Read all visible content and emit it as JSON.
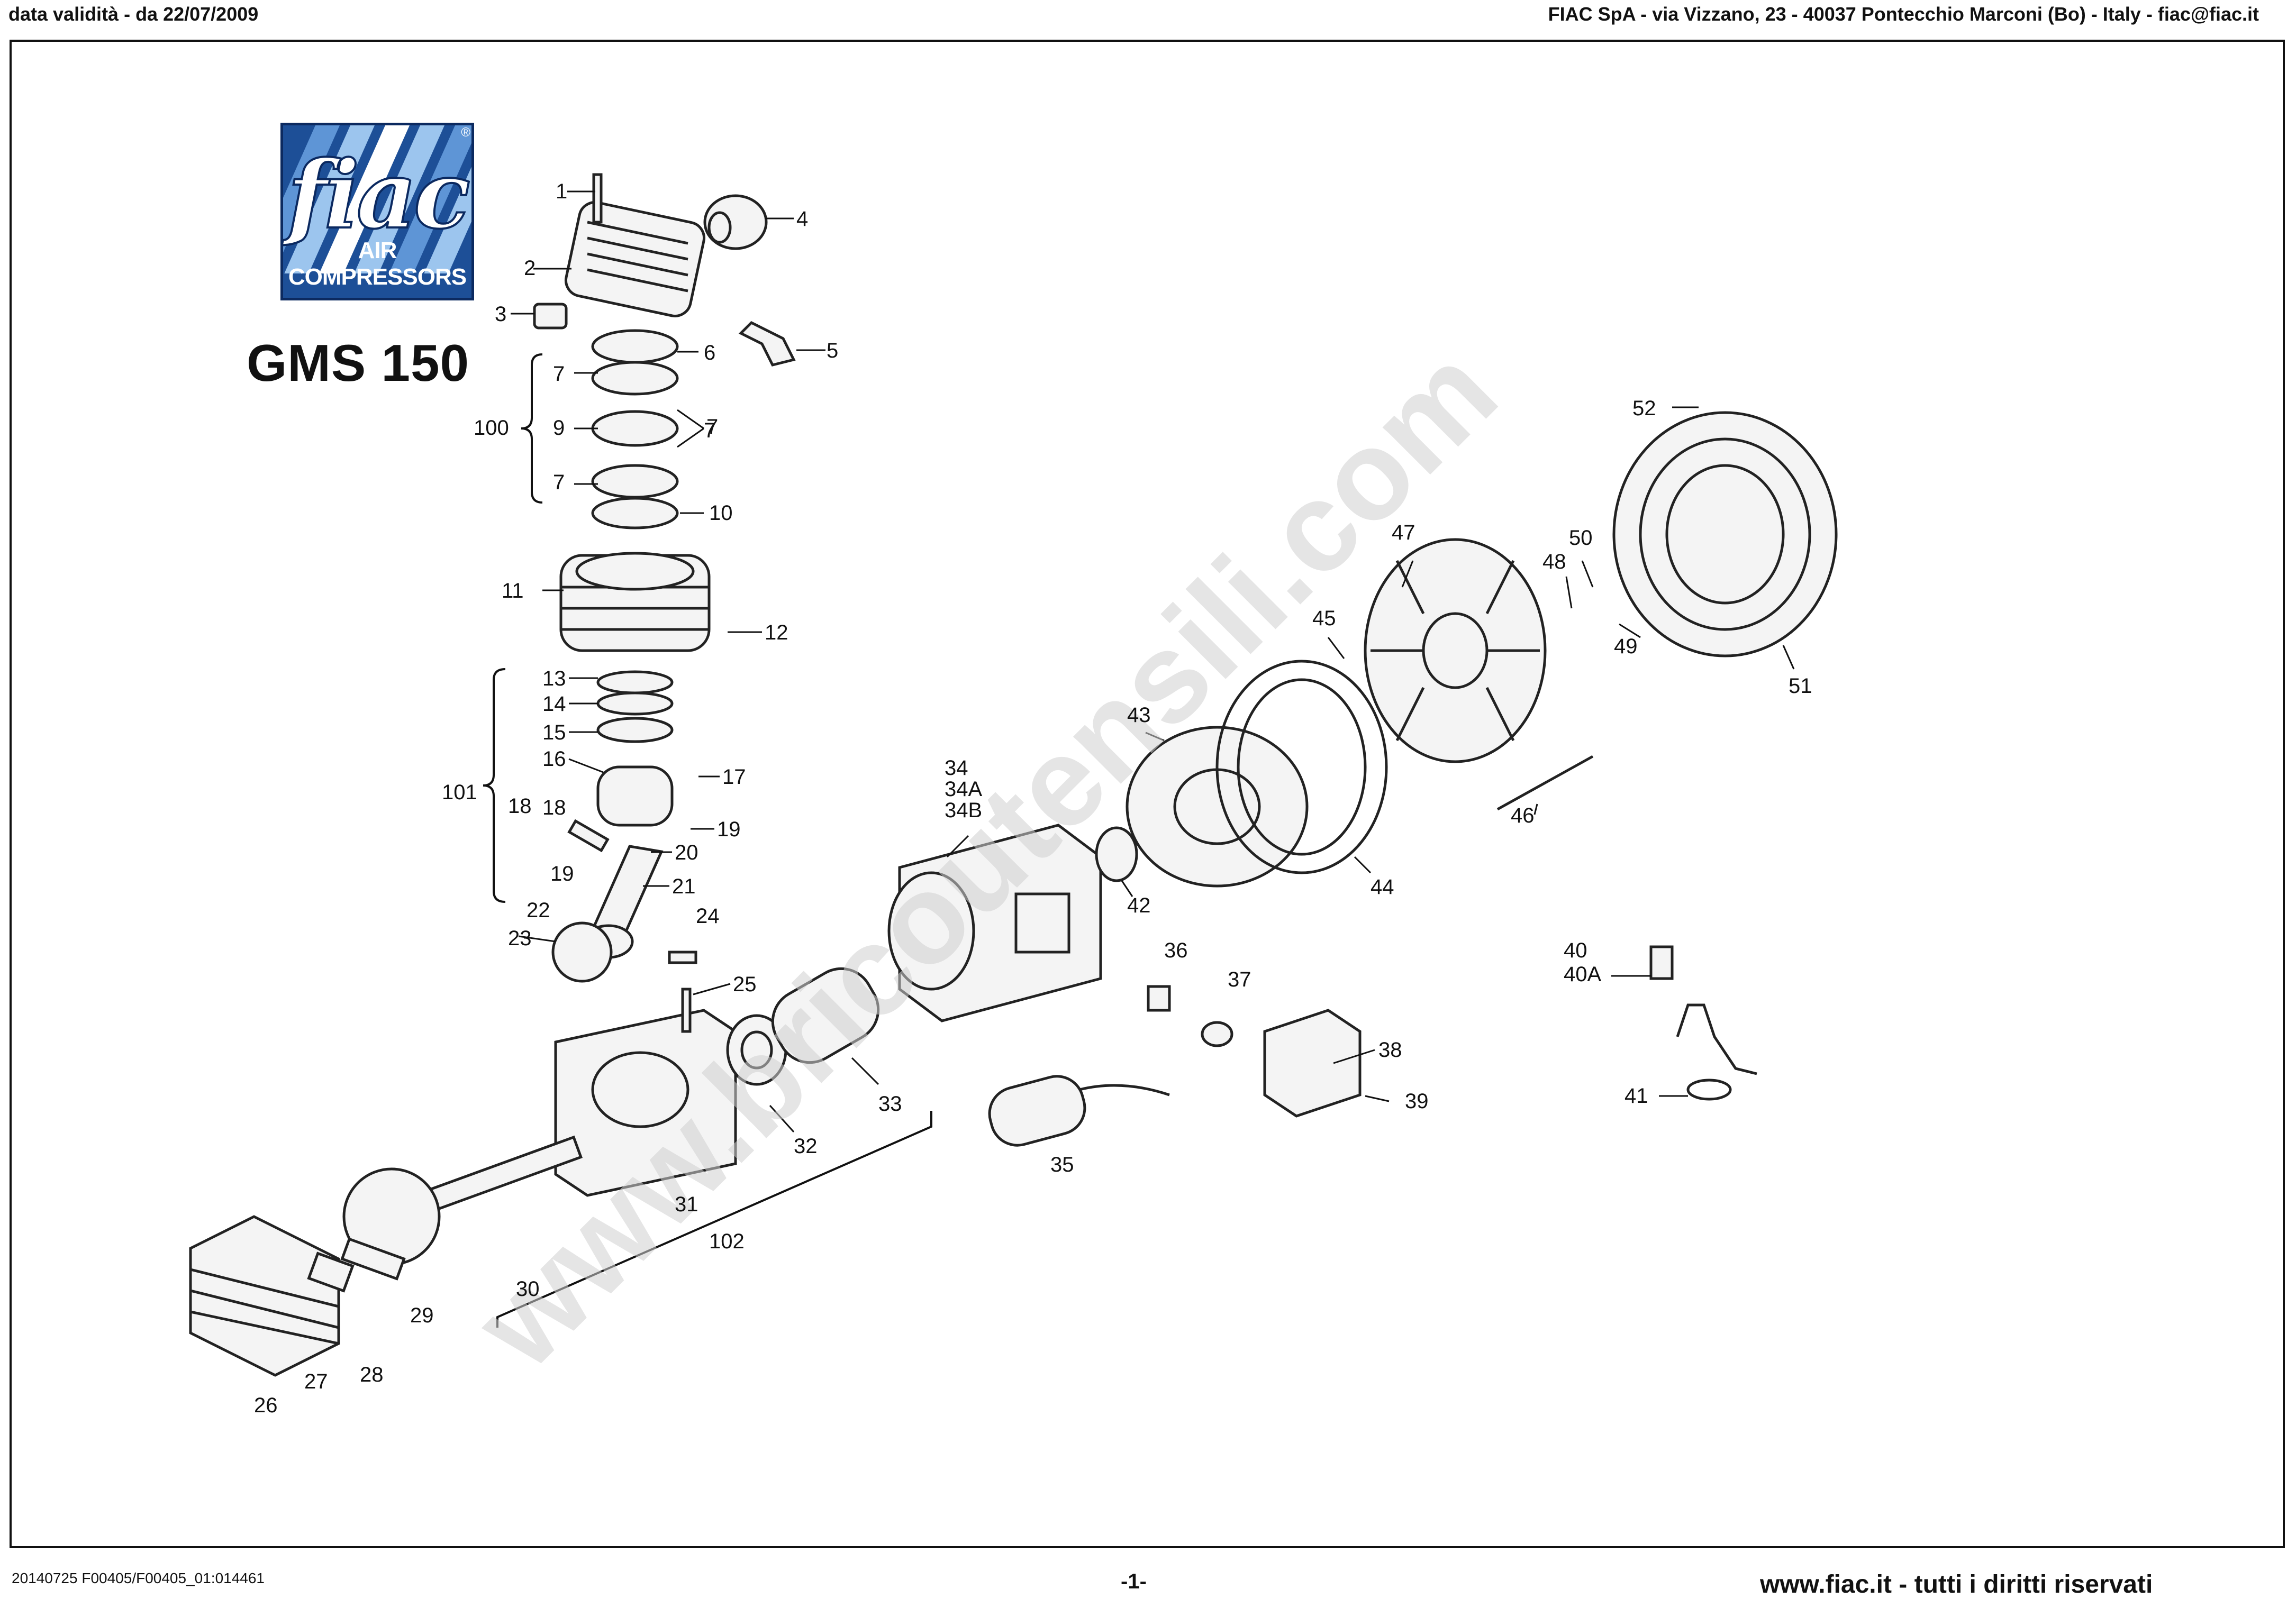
{
  "header": {
    "left": "data validità - da 22/07/2009",
    "right": "FIAC SpA - via Vizzano, 23 - 40037 Pontecchio Marconi (Bo) - Italy - fiac@fiac.it"
  },
  "logo": {
    "wordmark": "fiac",
    "tagline": "AIR COMPRESSORS",
    "registered": "®",
    "colors": {
      "blue": "#1d4f97",
      "dark": "#0b2960",
      "light": "#7fb2e6"
    }
  },
  "model": "GMS 150",
  "watermark": "www.bricoutensili.com",
  "part_labels": [
    "1",
    "2",
    "3",
    "4",
    "5",
    "6",
    "7",
    "7",
    "7",
    "7",
    "9",
    "10",
    "11",
    "12",
    "13",
    "14",
    "15",
    "16",
    "17",
    "18",
    "18",
    "19",
    "19",
    "20",
    "21",
    "22",
    "23",
    "24",
    "25",
    "26",
    "27",
    "28",
    "29",
    "30",
    "31",
    "32",
    "33",
    "34",
    "34A",
    "34B",
    "35",
    "36",
    "37",
    "38",
    "39",
    "40",
    "40A",
    "41",
    "42",
    "43",
    "44",
    "45",
    "46",
    "47",
    "48",
    "49",
    "50",
    "51",
    "52"
  ],
  "group_labels": [
    "100",
    "101",
    "102"
  ],
  "footer": {
    "left": "20140725 F00405/F00405_01:014461",
    "center": "-1-",
    "right": "www.fiac.it - tutti i diritti riservati"
  }
}
